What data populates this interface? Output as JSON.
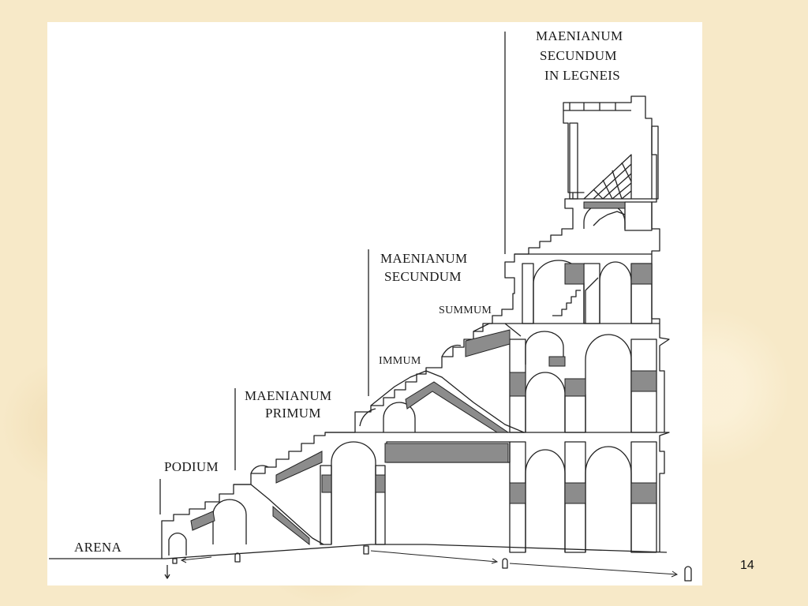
{
  "labels": {
    "arena": "ARENA",
    "podium": "PODIUM",
    "maenianum_primum": [
      "MAENIANUM",
      "PRIMUM"
    ],
    "maenianum_secundum": [
      "MAENIANUM",
      "SECUNDUM"
    ],
    "summum": "SUMMUM",
    "immum": "IMMUM",
    "maenianum_secundum_in_legneis": [
      "MAENIANUM",
      "SECUNDUM",
      "IN LEGNEIS"
    ]
  },
  "slide": {
    "page_number": "14"
  }
}
